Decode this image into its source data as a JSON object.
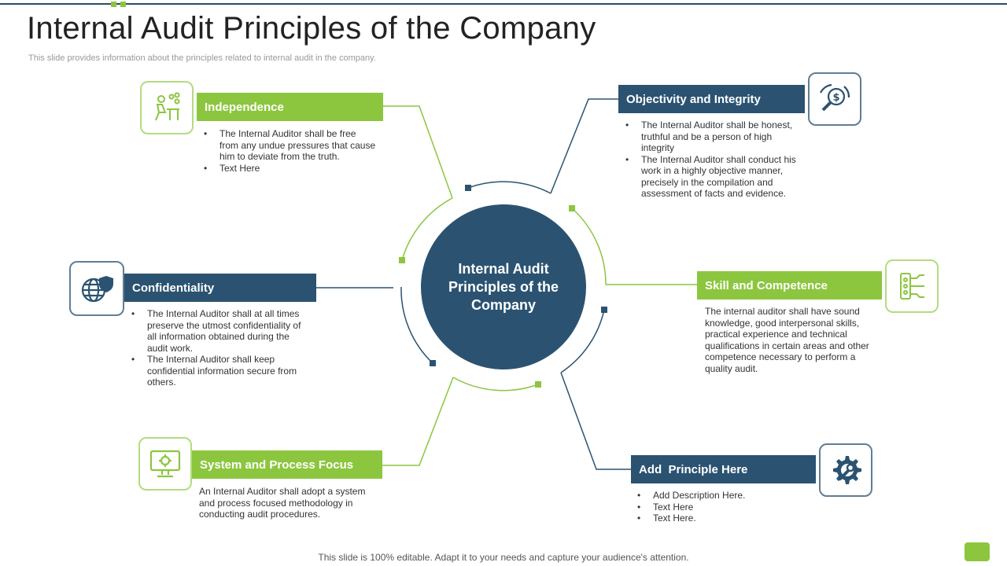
{
  "title": "Internal Audit Principles of the Company",
  "subtitle": "This slide provides information about the principles related to internal audit in the company.",
  "footer": "This slide is 100% editable. Adapt it to your needs and capture your audience's attention.",
  "center_text": "Internal Audit Principles of the Company",
  "colors": {
    "navy": "#2b5371",
    "green": "#8cc63f"
  },
  "principles": [
    {
      "title": "Independence",
      "icon": "person-at-desk-icon",
      "bullets": [
        "The Internal Auditor shall be free from any undue pressures that cause him to deviate from the truth.",
        "Text Here"
      ]
    },
    {
      "title": "Objectivity and Integrity",
      "icon": "dollar-magnifier-icon",
      "bullets": [
        "The Internal Auditor shall be honest, truthful and be a person of high integrity",
        "The Internal Auditor shall conduct his work in a highly objective manner, precisely in the compilation and assessment of facts and evidence."
      ]
    },
    {
      "title": "Confidentiality",
      "icon": "globe-shield-icon",
      "bullets": [
        "The Internal Auditor shall at all times preserve the utmost confidentiality of all information obtained during the audit work.",
        "The Internal Auditor shall keep confidential information secure from others."
      ]
    },
    {
      "title": "Skill and Competence",
      "icon": "circuit-icon",
      "text": "The internal auditor shall have sound knowledge, good interpersonal skills, practical experience and technical qualifications in certain areas and other competence necessary to perform a quality audit."
    },
    {
      "title": "System and Process Focus",
      "icon": "monitor-gear-icon",
      "text": "An Internal Auditor shall adopt a system and process focused methodology in conducting audit procedures."
    },
    {
      "title": "Add  Principle Here",
      "icon": "wrench-gear-icon",
      "bullets": [
        "Add Description Here.",
        "Text Here",
        "Text Here."
      ]
    }
  ]
}
